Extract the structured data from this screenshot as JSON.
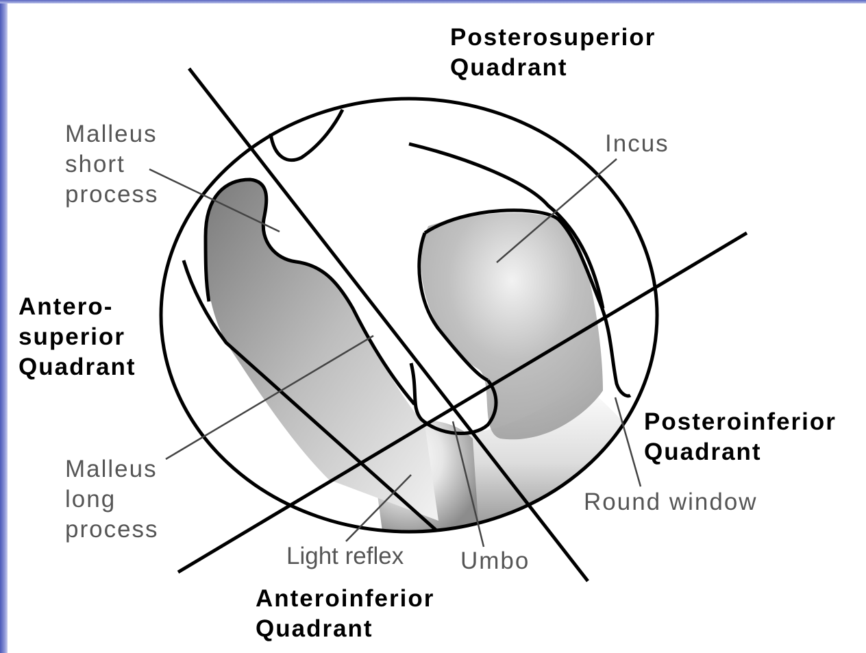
{
  "labels": {
    "posterosuperior": [
      "Posterosuperior",
      "Quadrant"
    ],
    "anterosuperior": [
      "Antero-",
      "superior",
      "Quadrant"
    ],
    "posteroinferior": [
      "Posteroinferior",
      "Quadrant"
    ],
    "anteroinferior": [
      "Anteroinferior",
      "Quadrant"
    ],
    "malleus_short": [
      "Malleus",
      "short",
      "process"
    ],
    "malleus_long": [
      "Malleus",
      "long",
      "process"
    ],
    "incus": "Incus",
    "round_window": "Round window",
    "light_reflex": "Light reflex",
    "umbo": "Umbo"
  }
}
